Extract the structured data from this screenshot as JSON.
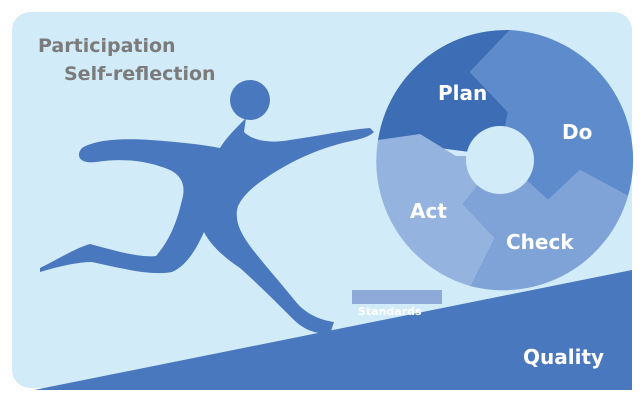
{
  "top_left_labels": {
    "line1": "Participation",
    "line2": "Self-reflection"
  },
  "cycle": {
    "plan": "Plan",
    "do": "Do",
    "check": "Check",
    "act": "Act"
  },
  "wedge": {
    "standards": "Standards",
    "quality": "Quality"
  },
  "colors": {
    "sky": "#d2ebf8",
    "figure": "#4a78be",
    "plan": "#3d6db5",
    "do": "#5d8bcb",
    "check": "#7fa3d7",
    "act": "#95b3df",
    "hub": "#d2ebf8",
    "slope": "#4a78be",
    "standards_block": "#8fa9d8",
    "label_text_dark": "#7b7b7b",
    "label_text_light": "#ffffff"
  }
}
